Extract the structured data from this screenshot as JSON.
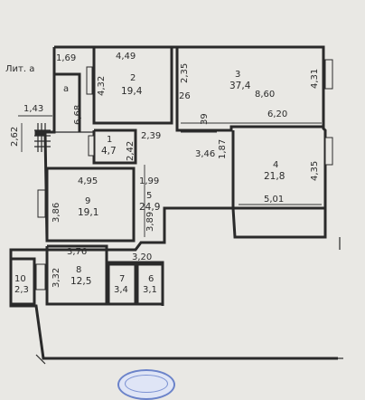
{
  "plan": {
    "lit_label": "Лит. а",
    "dims": {
      "d_1_69": "1,69",
      "d_4_49": "4,49",
      "d_2_35": "2,35",
      "d_4_31": "4,31",
      "d_4_32": "4,32",
      "d_6_68": "6,68",
      "d_1_43": "1,43",
      "d_2_62": "2,62",
      "d_26": "26",
      "d_8_60": "8,60",
      "d_39": "39",
      "d_6_20": "6,20",
      "d_2_39": "2,39",
      "d_2_42": "2,42",
      "d_3_46": "3,46",
      "d_1_87": "1,87",
      "d_4_35": "4,35",
      "d_4_95": "4,95",
      "d_1_99": "1,99",
      "d_3_86": "3,86",
      "d_3_89": "3,89",
      "d_5_01": "5,01",
      "d_3_76": "3,76",
      "d_3_20": "3,20",
      "d_3_32": "3,32"
    },
    "rooms": [
      {
        "num": "a",
        "area": ""
      },
      {
        "num": "2",
        "area": "19,4"
      },
      {
        "num": "3",
        "area": "37,4"
      },
      {
        "num": "1",
        "area": "4,7"
      },
      {
        "num": "4",
        "area": "21,8"
      },
      {
        "num": "9",
        "area": "19,1"
      },
      {
        "num": "5",
        "area": "24,9"
      },
      {
        "num": "8",
        "area": "12,5"
      },
      {
        "num": "10",
        "area": "2,3"
      },
      {
        "num": "7",
        "area": "3,4"
      },
      {
        "num": "6",
        "area": "3,1"
      }
    ]
  }
}
